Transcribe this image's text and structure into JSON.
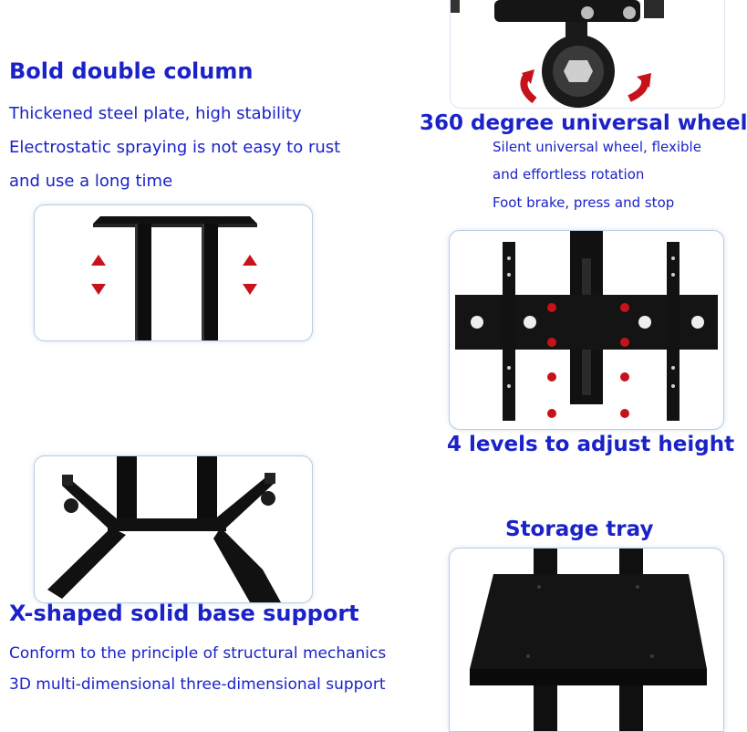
{
  "column_section": {
    "title": "Bold double column",
    "lines": [
      "Thickened steel plate, high stability",
      "Electrostatic spraying is not easy to rust",
      "and use a long time"
    ]
  },
  "wheel_section": {
    "title": "360 degree universal wheel",
    "lines": [
      "Silent universal wheel, flexible",
      "and effortless rotation",
      "Foot brake, press and stop"
    ]
  },
  "height_section": {
    "title": "4 levels to adjust height"
  },
  "base_section": {
    "title": "X-shaped solid base support",
    "lines": [
      "Conform to the principle of structural mechanics",
      "3D multi-dimensional three-dimensional support"
    ]
  },
  "tray_section": {
    "title": "Storage tray"
  },
  "colors": {
    "text_blue": "#1a22c8",
    "panel_border": "#b8cde3",
    "arrow_red": "#c8121b",
    "steel_black": "#111111"
  }
}
